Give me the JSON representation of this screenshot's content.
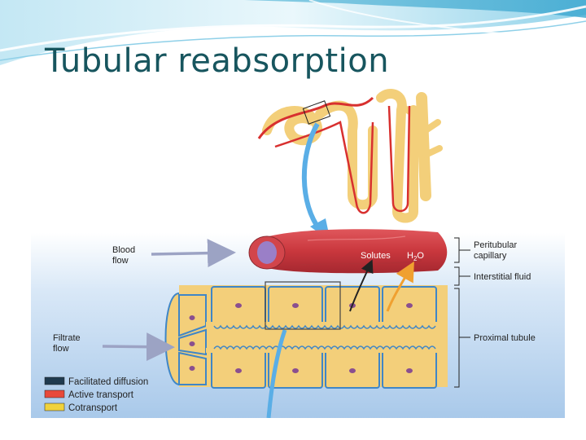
{
  "slide": {
    "title": "Tubular reabsorption"
  },
  "figure": {
    "labels": {
      "blood_flow_line1": "Blood",
      "blood_flow_line2": "flow",
      "filtrate_flow_line1": "Filtrate",
      "filtrate_flow_line2": "flow",
      "peritubular_line1": "Peritubular",
      "peritubular_line2": "capillary",
      "interstitial_fluid": "Interstitial fluid",
      "proximal_tubule": "Proximal tubule",
      "solutes": "Solutes",
      "water": "H",
      "water_sub": "2",
      "water_o": "O"
    },
    "legend": [
      {
        "label": "Facilitated diffusion",
        "color": "#1f3a4f"
      },
      {
        "label": "Active transport",
        "color": "#e8493a"
      },
      {
        "label": "Cotransport",
        "color": "#f0d23c"
      }
    ],
    "colors": {
      "capillary": "#c9373d",
      "tubule": "#f3cf7a",
      "tubule_cell_border": "#3f86c7",
      "nucleus": "#8a4f8f",
      "arrow_blue": "#5aaee6",
      "arrow_gray": "#9ca3c4",
      "arrow_orange": "#f0a030",
      "title": "#17555e"
    }
  }
}
